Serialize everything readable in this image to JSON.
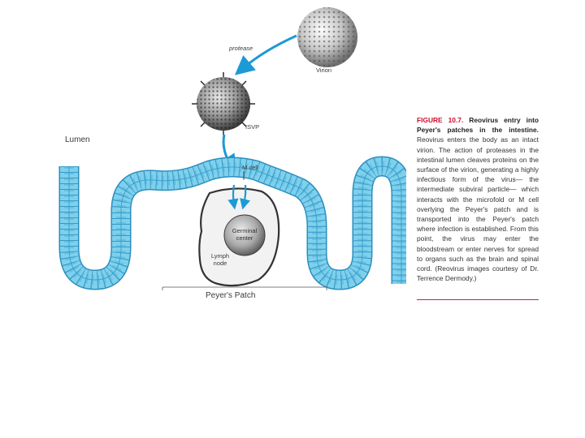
{
  "labels": {
    "virion": "Virion",
    "protease": "protease",
    "isvp": "ISVP",
    "lumen": "Lumen",
    "m_cell": "M cell",
    "germinal_center": [
      "Germinal",
      "center"
    ],
    "lymph_node": [
      "Lymph",
      "node"
    ],
    "peyers_patch": "Peyer's Patch"
  },
  "caption": {
    "figure_number": "FIGURE 10.7.",
    "title": "Reovirus entry into Peyer's patches in the intestine.",
    "body": "Reovirus enters the body as an intact virion. The action of proteases in the intestinal lumen cleaves proteins on the surface of the virion, generating a highly infectious form of the virus— the intermediate subviral particle— which interacts with the microfold or M cell overlying the Peyer's patch and is transported into the Peyer's patch where infection is established. From this point, the virus may enter the bloodstream or enter nerves for spread to organs such as the brain and spinal cord. (Reovirus images courtesy of Dr. Terrence Dermody.)"
  },
  "colors": {
    "epithelium": "#7fd0ec",
    "epithelium_stroke": "#2a8fbf",
    "arrow": "#1b9ad6",
    "caption_accent": "#c8102e",
    "rule": "#d01f3c"
  },
  "icons": [
    "virion-particle",
    "isvp-particle",
    "arrow-icon"
  ]
}
